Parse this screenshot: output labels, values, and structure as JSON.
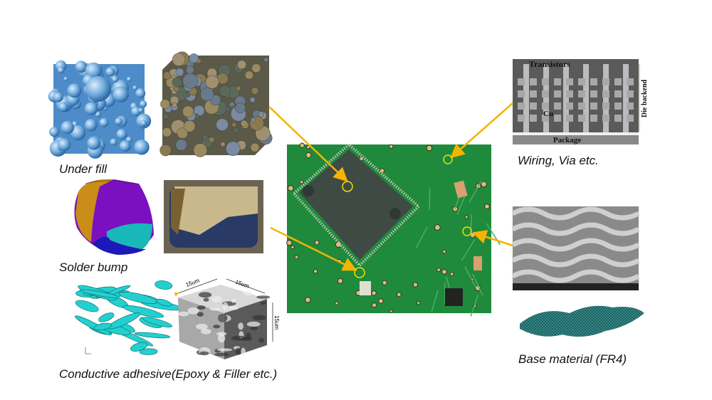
{
  "labels": {
    "underfill": "Under fill",
    "solder_bump": "Solder bump",
    "conductive_adhesive": "Conductive adhesive(Epoxy & Filler etc.)",
    "wiring": "Wiring, Via etc.",
    "base_material": "Base material (FR4)"
  },
  "wiring_image": {
    "transistors": "Transistors",
    "cu": "Cu",
    "package": "Package",
    "die_backend": "Die backend"
  },
  "adhesive_cube": {
    "dim_a": "15um",
    "dim_b": "15um",
    "dim_c": "15um"
  },
  "colors": {
    "arrow": "#f5b400",
    "marker": "#f0e000",
    "pcb_green": "#1f8a3c"
  }
}
